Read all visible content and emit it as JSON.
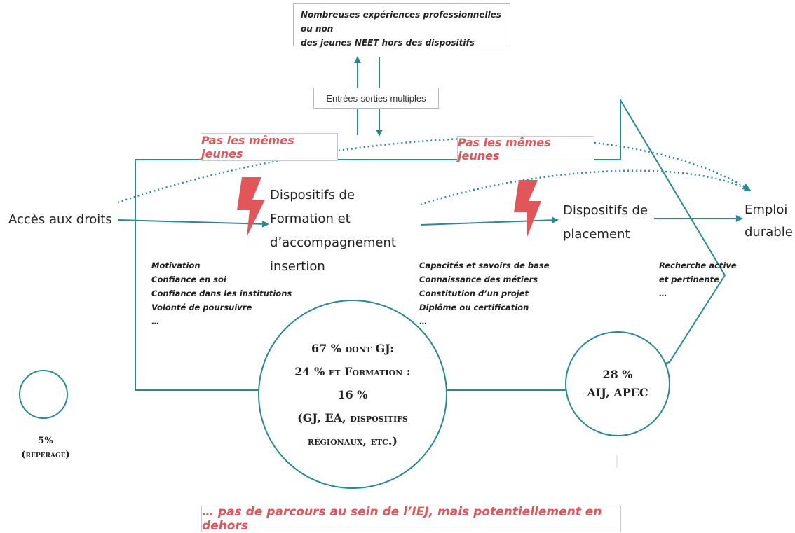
{
  "top_box": {
    "line1": "Nombreuses expériences professionnelles ou non",
    "line2": "des jeunes NEET hors des dispositifs"
  },
  "entrees_sorties": "Entrées-sorties multiples",
  "pas_memes_jeunes_1": "Pas les mêmes jeunes",
  "pas_memes_jeunes_2": "Pas les mêmes jeunes",
  "acces_droits": "Accès aux droits",
  "dispositifs_formation": [
    "Dispositifs de",
    "Formation et",
    "d’accompagnement",
    "insertion"
  ],
  "dispositifs_placement": [
    "Dispositifs de",
    "placement"
  ],
  "emploi_durable": [
    "Emploi",
    "durable"
  ],
  "list_left": [
    "Motivation",
    "Confiance en soi",
    "Confiance dans les institutions",
    "Volonté de poursuivre",
    "…"
  ],
  "list_middle": [
    "Capacités et savoirs de base",
    "Connaissance des métiers",
    "Constitution d’un projet",
    "Diplôme ou certification",
    "…"
  ],
  "list_right": [
    "Recherche active",
    "et pertinente",
    "…"
  ],
  "circle_main": [
    "67 % dont GJ:",
    "24 % et Formation :",
    "16 %",
    "(GJ, EA, dispositifs",
    "régionaux, etc.)"
  ],
  "circle_right": [
    "28 %",
    "AIJ, APEC"
  ],
  "reperage": [
    "5%",
    "(repérage)"
  ],
  "bottom_note": "… pas de parcours au sein de l’IEJ, mais potentiellement en dehors",
  "colors": {
    "teal": "#2a8a92",
    "red": "#e0565b",
    "border": "#b9b9b9"
  }
}
